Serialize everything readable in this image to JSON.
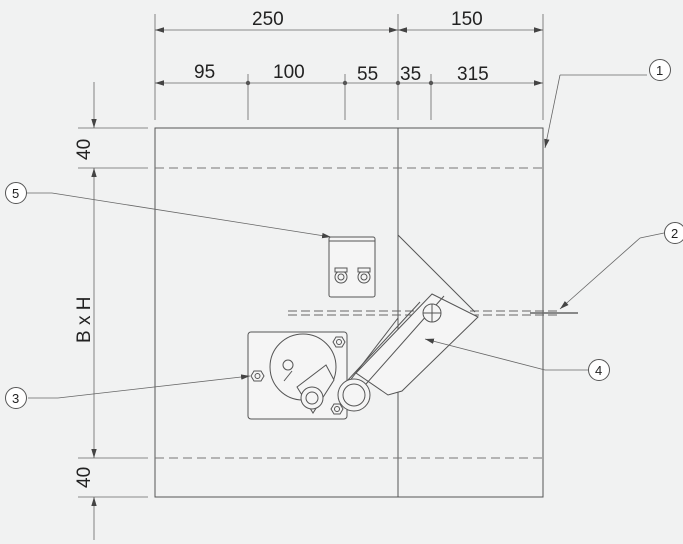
{
  "drawing": {
    "top_dimensions": {
      "left_total": "250",
      "right_total": "150",
      "segments": [
        "95",
        "100",
        "55",
        "35",
        "315"
      ]
    },
    "side_dimensions": {
      "top_margin": "40",
      "size_label": "B x H",
      "bottom_margin": "40"
    },
    "callouts": [
      "1",
      "2",
      "3",
      "4",
      "5"
    ],
    "colors": {
      "background": "#f1f2f2",
      "line": "#555555",
      "text": "#222222"
    }
  }
}
